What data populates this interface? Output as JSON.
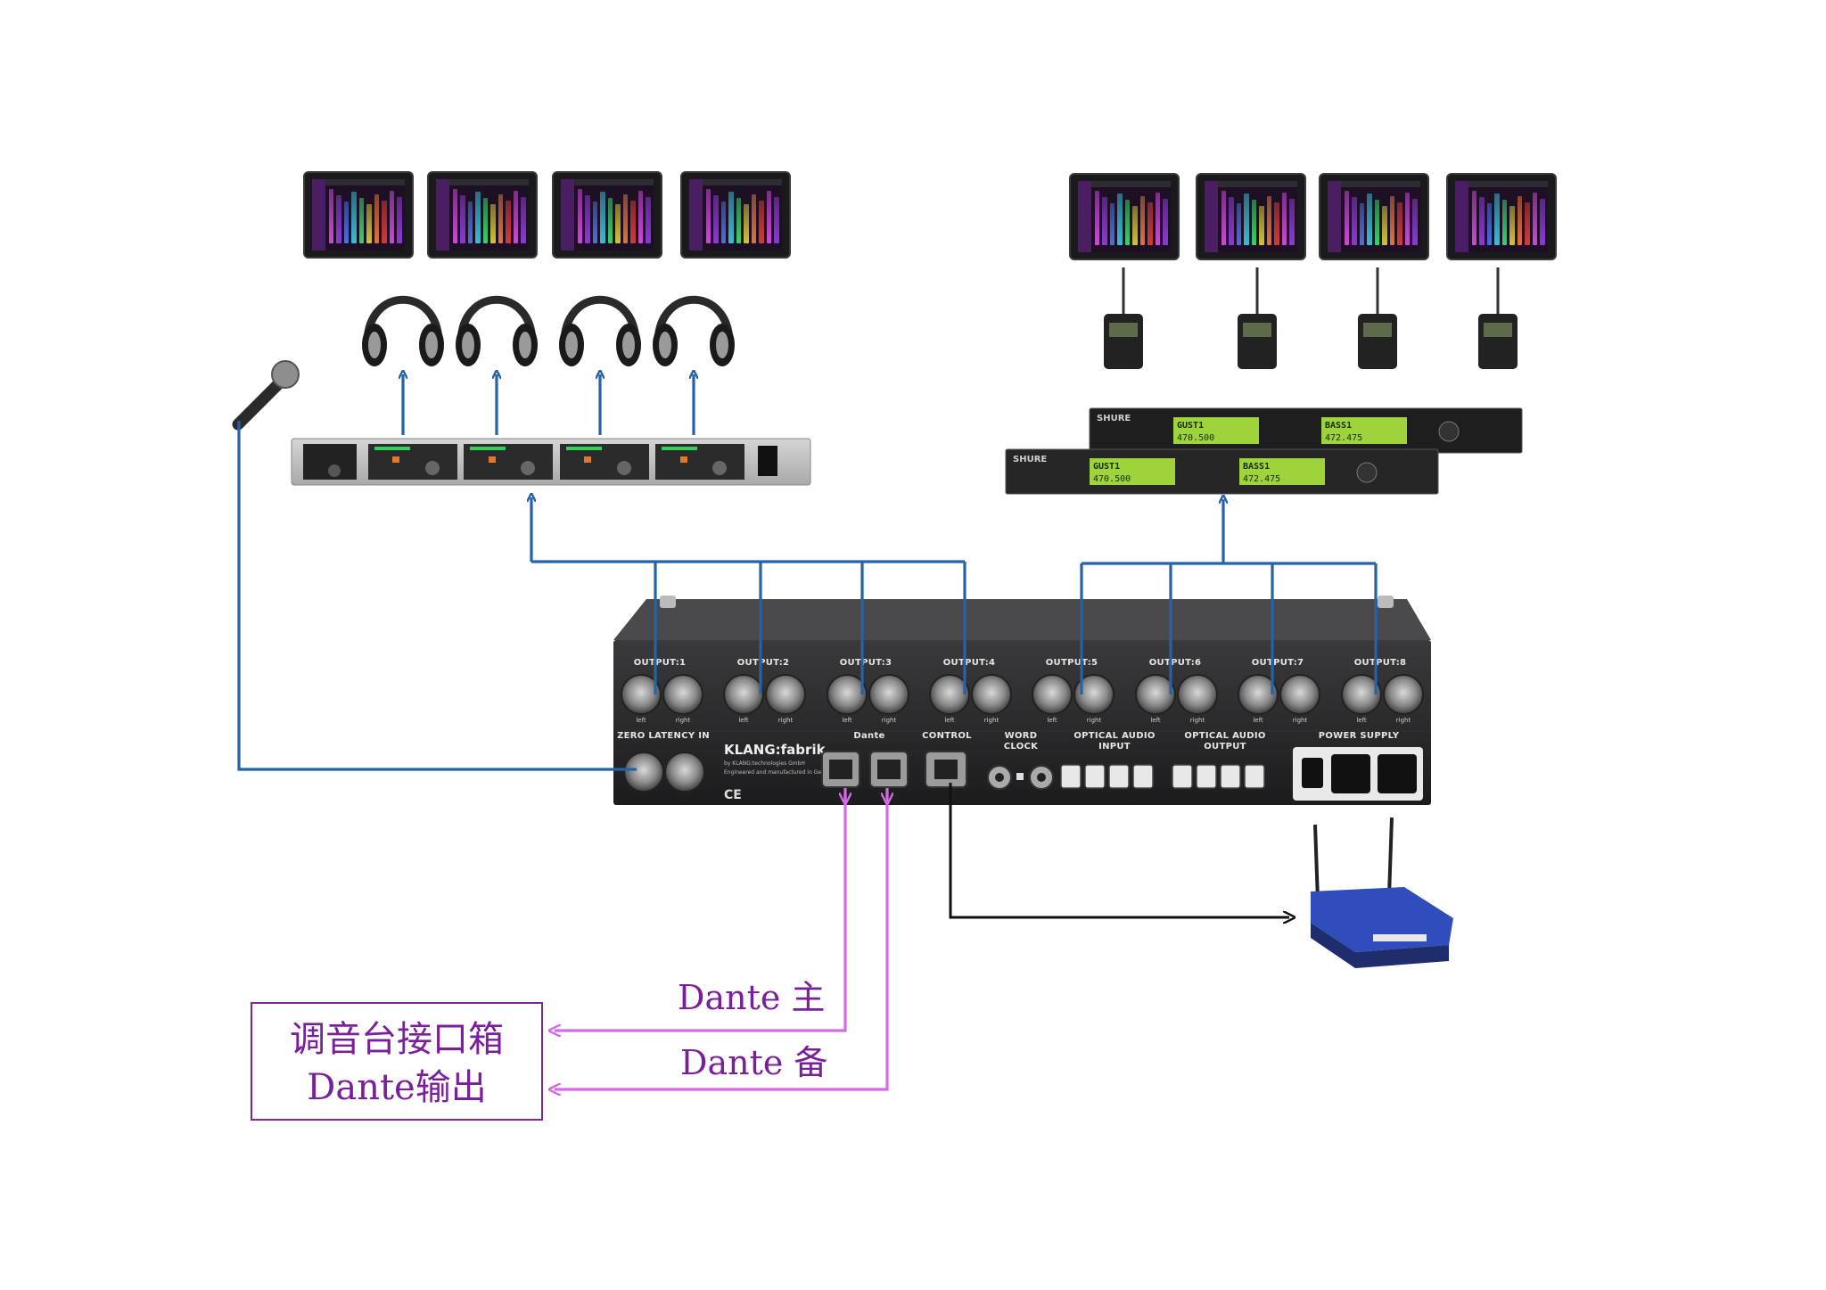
{
  "colors": {
    "signal_blue": "#2563a8",
    "dante_purple": "#d46ae6",
    "control_black": "#111111",
    "label_purple": "#7a1f9b"
  },
  "device": {
    "outputs": [
      "OUTPUT:1",
      "OUTPUT:2",
      "OUTPUT:3",
      "OUTPUT:4",
      "OUTPUT:5",
      "OUTPUT:6",
      "OUTPUT:7",
      "OUTPUT:8"
    ],
    "left": "left",
    "right": "right",
    "zero_latency": "ZERO LATENCY IN",
    "brand": "KLANG:fabrik",
    "brand_sub": "by KLANG:technologies GmbH",
    "engineered": "Engineered and manufactured in Germany",
    "ce": "CE",
    "dante": "Dante",
    "control": "CONTROL",
    "word_clock_1": "WORD",
    "word_clock_2": "CLOCK",
    "optical_in_1": "OPTICAL AUDIO",
    "optical_in_2": "INPUT",
    "optical_out_1": "OPTICAL AUDIO",
    "optical_out_2": "OUTPUT",
    "power": "POWER SUPPLY"
  },
  "receiver": {
    "brand": "SHURE",
    "ch1_name": "GUST1",
    "ch1_freq": "470.500",
    "ch2_name": "BASS1",
    "ch2_freq": "472.475"
  },
  "labels": {
    "dante_primary": "Dante 主",
    "dante_backup": "Dante 备",
    "box_line1": "调音台接口箱",
    "box_line2": "Dante输出"
  }
}
